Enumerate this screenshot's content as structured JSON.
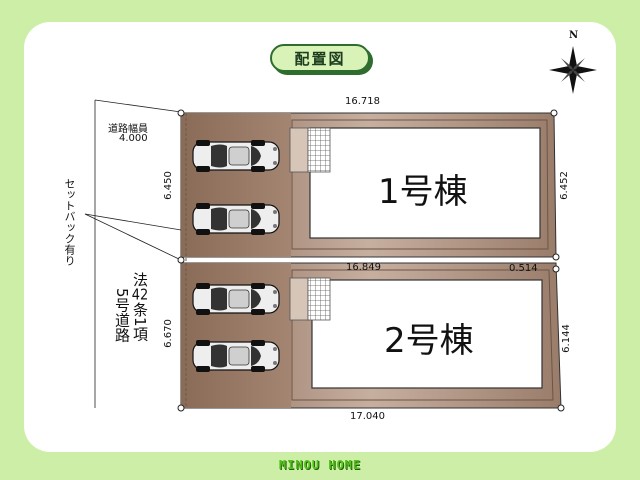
{
  "title": "配置図",
  "brand": "MINOU HOME",
  "compass": {
    "north_label": "N"
  },
  "road": {
    "width_label": "道路幅員",
    "width_value": "4.000",
    "setback": "セットバック有り",
    "designation": [
      "法",
      "42",
      "条",
      "1",
      "項",
      "5",
      "号",
      "道",
      "路"
    ]
  },
  "buildings": [
    {
      "label": "1号棟"
    },
    {
      "label": "2号棟"
    }
  ],
  "dimensions": {
    "top": "16.718",
    "middle": "16.849",
    "middle_right": "0.514",
    "bottom": "17.040",
    "left_upper": "6.450",
    "left_lower": "6.670",
    "right_upper": "6.452",
    "right_lower": "6.144"
  },
  "colors": {
    "background": "#cdeea6",
    "lot": "#a08270",
    "lot_light": "#c2a898",
    "accent": "#2f6d2f",
    "brand": "#55c21b"
  }
}
